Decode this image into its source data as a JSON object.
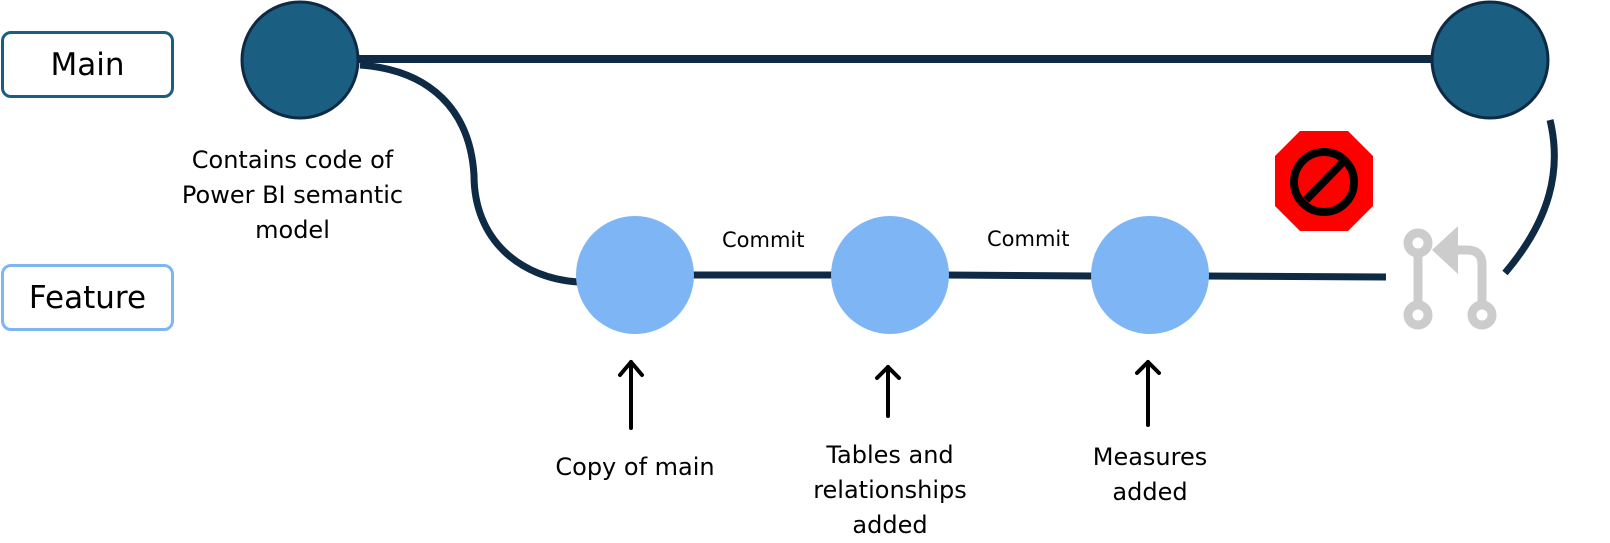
{
  "branches": {
    "main": {
      "label": "Main",
      "color": "#1a5f82"
    },
    "feature": {
      "label": "Feature",
      "color": "#7eb6f5"
    }
  },
  "annotations": {
    "main_note": "Contains code of Power BI semantic model",
    "main_note_lines": [
      "Contains code of",
      "Power BI semantic",
      "model"
    ],
    "commit_1": "Commit",
    "commit_2": "Commit",
    "node_1_caption": "Copy of main",
    "node_2_caption_lines": [
      "Tables and",
      "relationships added"
    ],
    "node_3_caption_lines": [
      "Measures",
      "added"
    ]
  },
  "icons": {
    "blocked": "stop-prohibited-icon",
    "merge": "pull-request-icon"
  },
  "colors": {
    "line": "#0f2a45",
    "main_node": "#1a5f82",
    "feature_node": "#7eb6f5",
    "stop": "#ff0000",
    "merge_icon": "#cccccc"
  }
}
